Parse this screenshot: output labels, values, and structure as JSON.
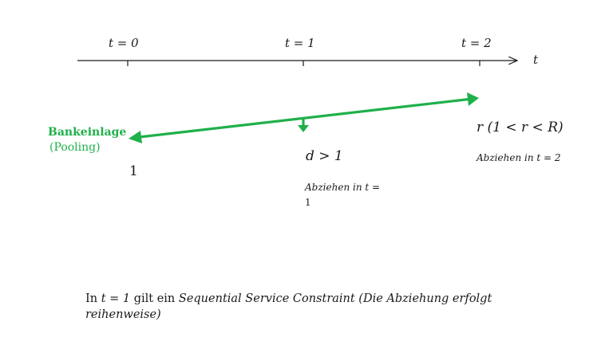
{
  "timeline": {
    "ticks": [
      "t = 0",
      "t = 1",
      "t = 2"
    ],
    "axis_label": "t"
  },
  "deposit": {
    "title": "Bankeinlage",
    "subtitle": "(Pooling)",
    "value": "1"
  },
  "early": {
    "return": "d > 1",
    "withdraw_label": "Abziehen in t =",
    "withdraw_value": "1"
  },
  "late": {
    "return": "r (1 < r < R)",
    "withdraw_label": "Abziehen in t = 2"
  },
  "footer": {
    "prefix": "In ",
    "t_expr": "t = 1",
    "middle": " gilt ein ",
    "constraint": "Sequential Service Constraint (Die Abziehung erfolgt reihenweise)"
  },
  "colors": {
    "accent": "#1fb04a",
    "text": "#1a1a1a"
  }
}
